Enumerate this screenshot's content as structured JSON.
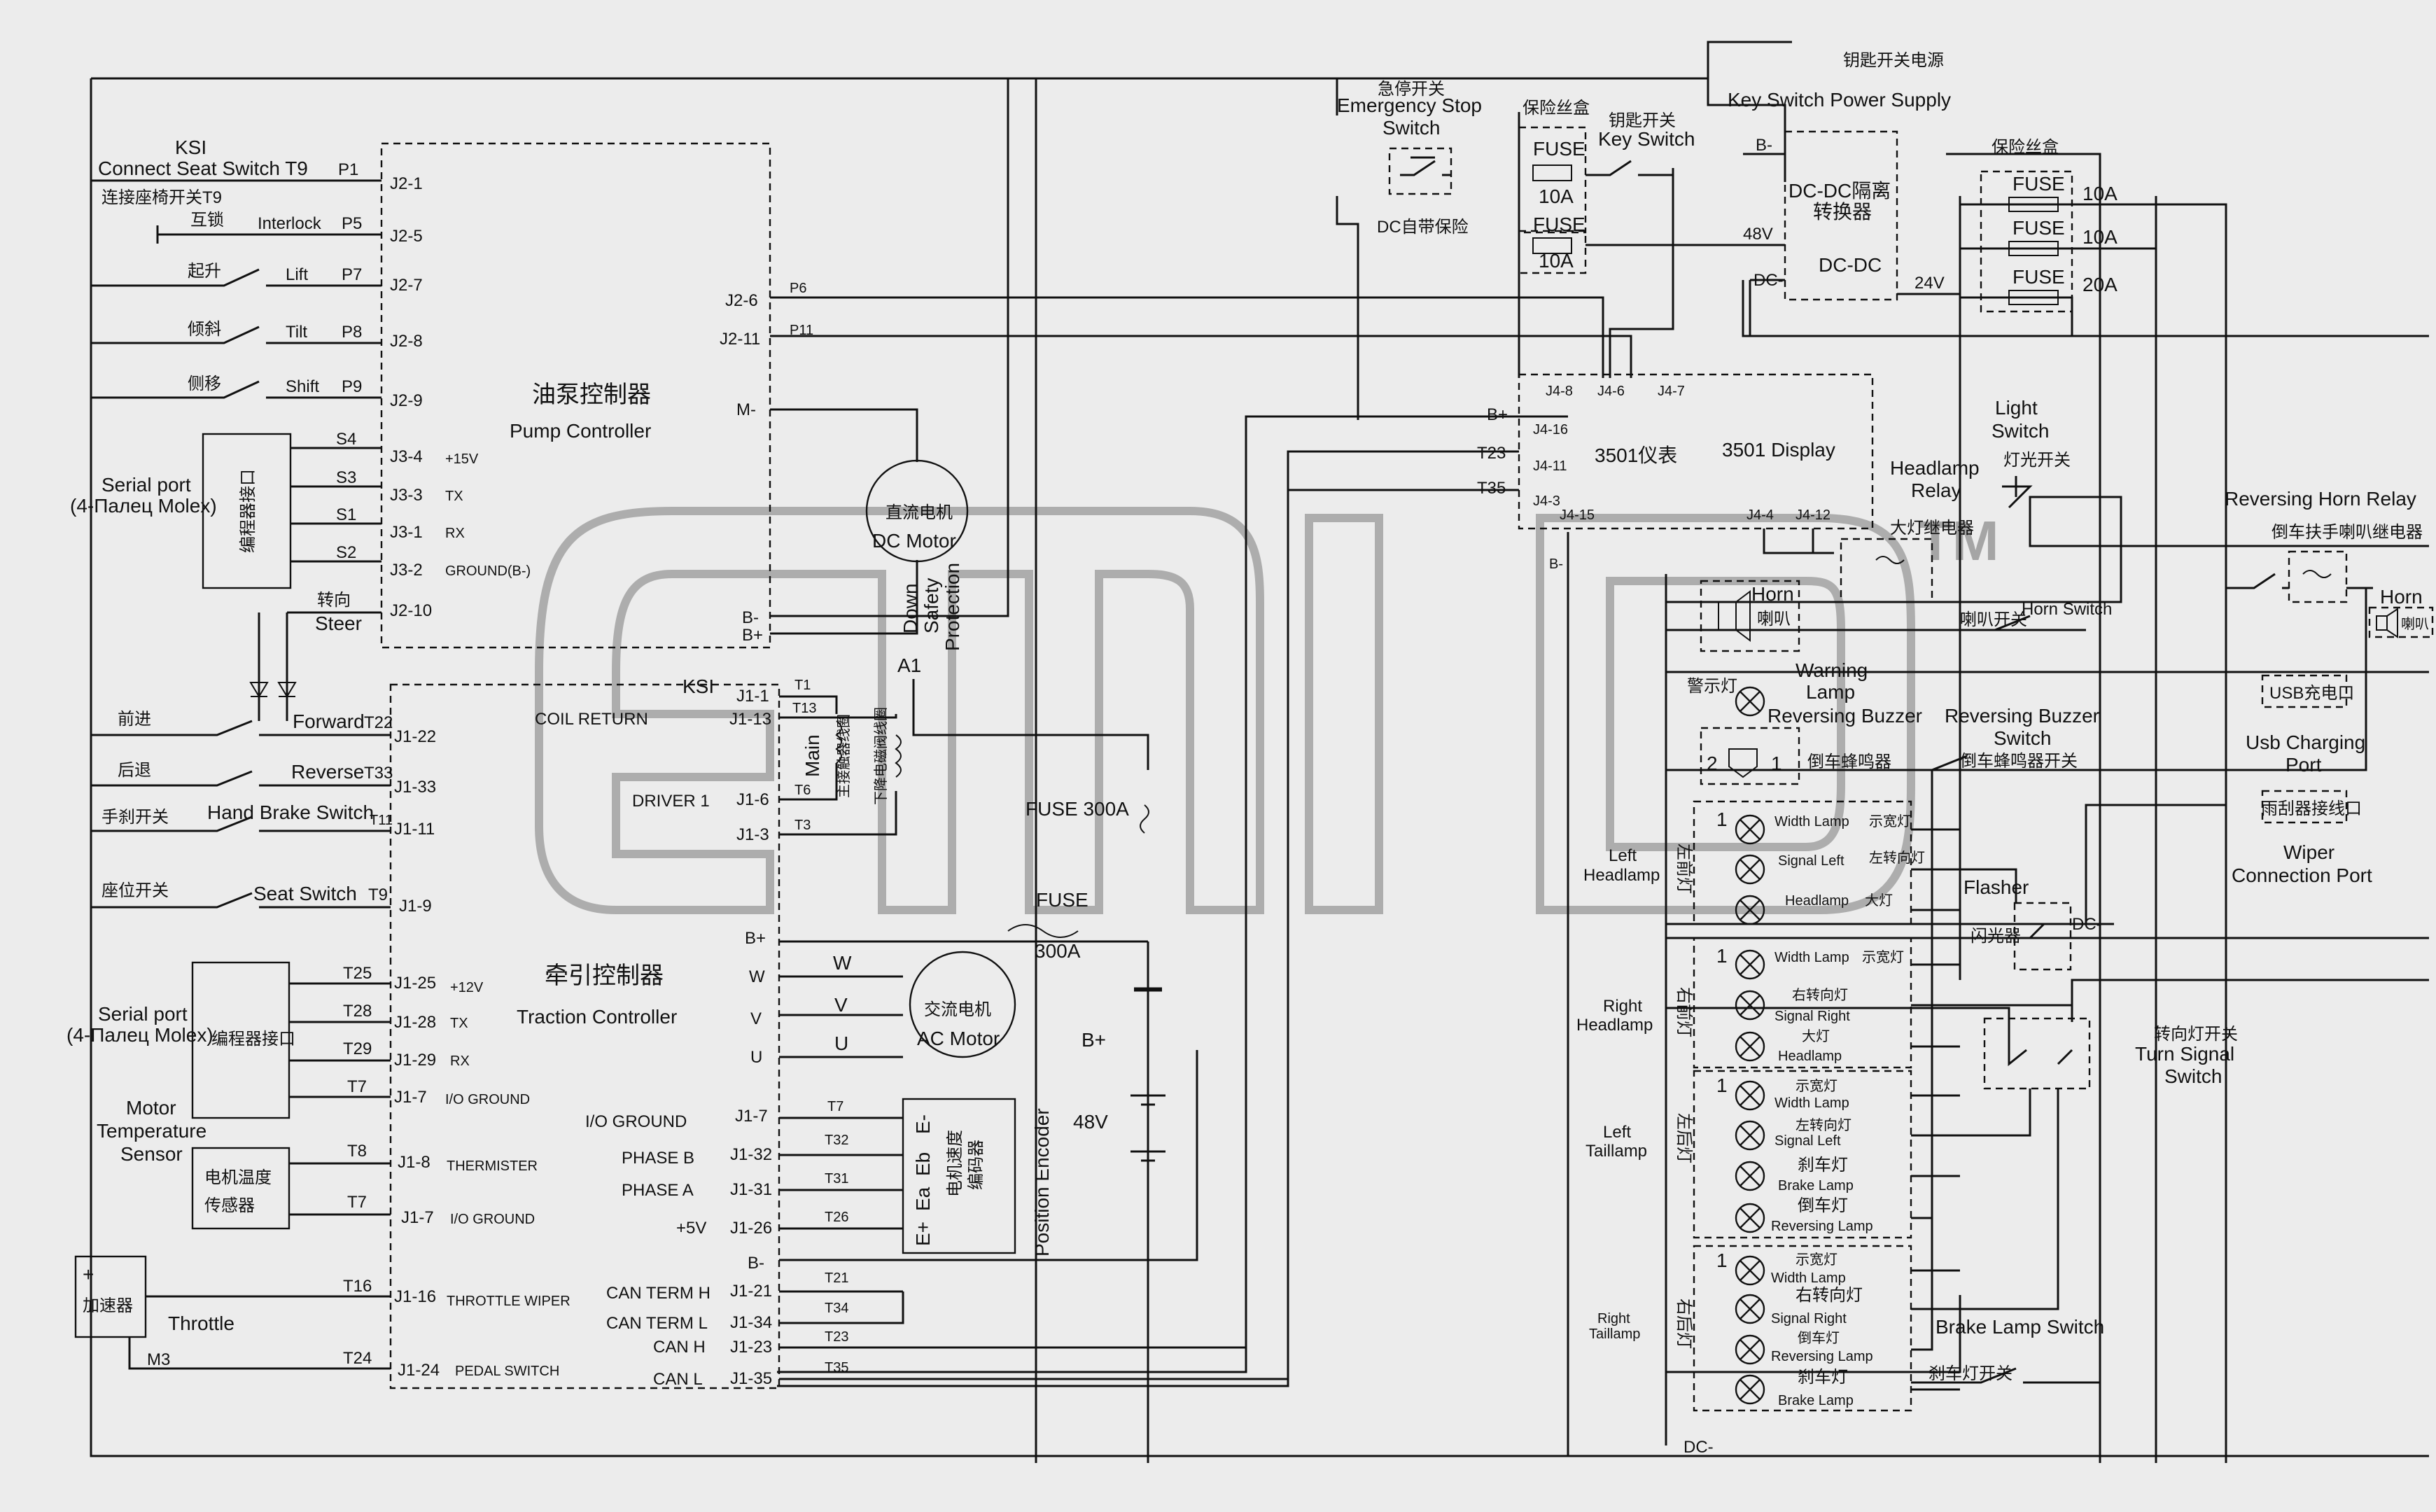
{
  "watermark": "TM",
  "pump_controller": {
    "title_cn": "油泵控制器",
    "title_en": "Pump Controller",
    "pins": [
      "J2-1",
      "J2-5",
      "J2-7",
      "J2-8",
      "J2-9",
      "J3-4",
      "J3-3",
      "J3-1",
      "J3-2",
      "J2-10",
      "J2-6",
      "J2-11",
      "M-",
      "B-",
      "B+"
    ],
    "pin_notes": {
      "j34": "+15V",
      "j33": "TX",
      "j31": "RX",
      "j32": "GROUND(B-)"
    },
    "p6": "P6",
    "p11": "P11"
  },
  "left_inputs": {
    "ksi": "KSI",
    "seat_t9": "Connect Seat Switch T9",
    "seat_cn": "连接座椅开关T9",
    "p1": "P1",
    "interlock_cn": "互锁",
    "interlock": "Interlock",
    "p5": "P5",
    "lift_cn": "起升",
    "lift": "Lift",
    "p7": "P7",
    "tilt_cn": "倾斜",
    "tilt": "Tilt",
    "p8": "P8",
    "shift_cn": "侧移",
    "shift": "Shift",
    "p9": "P9",
    "steer_cn": "转向",
    "steer": "Steer"
  },
  "serial_port_1": {
    "label_l1": "Serial port",
    "label_l2": "(4-Пaлец Molex)",
    "box_cn": "编程器接口",
    "s": [
      "S4",
      "S3",
      "S1",
      "S2"
    ]
  },
  "dc_motor": {
    "cn": "直流电机",
    "en": "DC Motor",
    "protection": [
      "Down",
      "Safety",
      "Protection"
    ],
    "a1": "A1"
  },
  "traction_controller": {
    "title_cn": "牵引控制器",
    "title_en": "Traction Controller",
    "ksi": "KSI",
    "coil_return": "COIL RETURN",
    "driver1": "DRIVER 1",
    "pins_right": [
      "J1-1",
      "J1-13",
      "J1-6",
      "J1-3"
    ],
    "t_right": [
      "T1",
      "T13",
      "T6",
      "T3"
    ],
    "main_cn": "主接触器线圈",
    "main_en": "Main",
    "down_cn": "下降电磁阀线圈",
    "bplus": "B+",
    "w": "W",
    "v": "V",
    "u": "U",
    "w2": "W",
    "v2": "V",
    "u2": "U",
    "pins_left": [
      "J1-22",
      "J1-33",
      "J1-11",
      "J1-9",
      "J1-25",
      "J1-28",
      "J1-29",
      "J1-7",
      "J1-8",
      "J1-7",
      "J1-16",
      "J1-24"
    ],
    "pin_notes": [
      "+12V",
      "TX",
      "RX",
      "I/O GROUND",
      "THERMISTER",
      "I/O GROUND",
      "THROTTLE WIPER",
      "PEDAL SWITCH"
    ],
    "io_ground": "I/O GROUND",
    "phase_b": "PHASE B",
    "phase_a": "PHASE A",
    "plus5v": "+5V",
    "can_term_h": "CAN TERM H",
    "can_term_l": "CAN TERM L",
    "can_h": "CAN H",
    "can_l": "CAN L",
    "pins_bottom": [
      "J1-7",
      "J1-32",
      "J1-31",
      "J1-26",
      "B-",
      "J1-21",
      "J1-34",
      "J1-23",
      "J1-35"
    ],
    "t_bottom": [
      "T7",
      "T32",
      "T31",
      "T26",
      "T21",
      "T34",
      "T23",
      "T35"
    ]
  },
  "left_switches": {
    "forward_cn": "前进",
    "forward": "Forward",
    "t22": "T22",
    "reverse_cn": "后退",
    "reverse": "Reverse",
    "t33": "T33",
    "handbrake_cn": "手刹开关",
    "handbrake": "Hand Brake Switch",
    "t11": "T11",
    "seat_cn": "座位开关",
    "seat": "Seat Switch",
    "t9": "T9"
  },
  "serial_port_2": {
    "label_l1": "Serial port",
    "label_l2": "(4-Пaлец Molex)",
    "box_cn": "编程器接口",
    "t": [
      "T25",
      "T28",
      "T29",
      "T7"
    ]
  },
  "motor_temp": {
    "l1": "Motor",
    "l2": "Temperature",
    "l3": "Sensor",
    "box_l1": "电机温度",
    "box_l2": "传感器",
    "t8": "T8",
    "t7": "T7"
  },
  "throttle": {
    "box_cn": "加速器",
    "plus": "+",
    "label": "Throttle",
    "t16": "T16",
    "m3": "M3",
    "t24": "T24"
  },
  "ac_motor": {
    "cn": "交流电机",
    "en": "AC Motor",
    "fuse": "FUSE",
    "fuse_val": "300A",
    "fuse2": "FUSE  300A",
    "bplus": "B+",
    "batt": "48V"
  },
  "encoder": {
    "pins": [
      "E-",
      "Eb",
      "Ea",
      "E+"
    ],
    "cn_l1": "电机速度",
    "cn_l2": "编码器",
    "en": "Position Encoder"
  },
  "top_section": {
    "estop_cn": "急停开关",
    "estop_l1": "Emergency Stop",
    "estop_l2": "Switch",
    "fusebox_cn": "保险丝盒",
    "fuse": "FUSE",
    "fuse_10a": "10A",
    "dc_fuse_cn": "DC自带保险",
    "key_cn": "钥匙开关",
    "key_en": "Key Switch",
    "key_power_cn": "钥匙开关电源",
    "key_power_en": "Key Switch Power Supply",
    "dcdc_l1": "DC-DC隔离",
    "dcdc_l2": "转换器",
    "dcdc_l3": "DC-DC",
    "bminus": "B-",
    "v48": "48V",
    "dcminus": "DC-",
    "v24": "24V",
    "fusebox2_cn": "保险丝盒",
    "fuse_ratings": [
      "10A",
      "10A",
      "20A"
    ]
  },
  "display": {
    "cn": "3501仪表",
    "en": "3501 Display",
    "pins_top": [
      "J4-8",
      "J4-6",
      "J4-7"
    ],
    "pins_left": [
      "J4-16",
      "J4-11",
      "J4-3",
      "J4-15"
    ],
    "pins_bottom": [
      "J4-4",
      "J4-12"
    ],
    "side_labels": [
      "B+",
      "T23",
      "T35"
    ],
    "bminus": "B-"
  },
  "right_section": {
    "light_switch": [
      "Light",
      "Switch"
    ],
    "light_cn": "灯光开关",
    "headlamp_relay": [
      "Headlamp",
      "Relay"
    ],
    "headlamp_relay_cn": "大灯继电器",
    "horn": "Horn",
    "horn_cn": "喇叭",
    "horn_switch": "Horn Switch",
    "horn_switch_cn": "喇叭开关",
    "warning_cn": "警示灯",
    "warning": [
      "Warning",
      "Lamp"
    ],
    "rev_buzzer": "Reversing Buzzer",
    "rev_buzzer_cn": "倒车蜂鸣器",
    "rev_buzzer_sw": [
      "Reversing Buzzer",
      "Switch"
    ],
    "rev_buzzer_sw_cn": "倒车蜂鸣器开关",
    "rev_horn_relay": "Reversing Horn Relay",
    "rev_horn_relay_cn": "倒车扶手喇叭继电器",
    "horn2": "Horn",
    "horn2_cn": "喇叭",
    "usb_cn": "USB充电口",
    "usb": [
      "Usb Charging",
      "Port"
    ],
    "wiper_cn": "雨刮器接线口",
    "wiper": [
      "Wiper",
      "Connection Port"
    ],
    "flasher": "Flasher",
    "flasher_cn": "闪光器",
    "dcminus": "DC-",
    "turn_cn": "转向灯开关",
    "turn": [
      "Turn Signal",
      "Switch"
    ],
    "brake_switch": "Brake Lamp Switch",
    "brake_switch_cn": "刹车灯开关",
    "dcminus_bottom": "DC-"
  },
  "lamp_groups": [
    {
      "label": [
        "Left",
        "Headlamp"
      ],
      "cn": "左前灯",
      "idx": "1",
      "lamps": [
        {
          "en": "Width Lamp",
          "cn": "示宽灯"
        },
        {
          "en": "Signal Left",
          "cn": "左转向灯"
        },
        {
          "en": "Headlamp",
          "cn": "大灯"
        }
      ]
    },
    {
      "label": [
        "Right",
        "Headlamp"
      ],
      "cn": "右前灯",
      "idx": "1",
      "lamps": [
        {
          "en": "Width Lamp",
          "cn": "示宽灯"
        },
        {
          "en": "Signal Right",
          "cn": "右转向灯"
        },
        {
          "en": "Headlamp",
          "cn": "大灯"
        }
      ]
    },
    {
      "label": [
        "Left",
        "Taillamp"
      ],
      "cn": "左后灯",
      "idx": "1",
      "lamps": [
        {
          "en": "Width Lamp",
          "cn": "示宽灯"
        },
        {
          "en": "Signal Left",
          "cn": "左转向灯"
        },
        {
          "en": "Brake Lamp",
          "cn": "刹车灯"
        },
        {
          "en": "Reversing Lamp",
          "cn": "倒车灯"
        }
      ]
    },
    {
      "label": [
        "Right",
        "Taillamp"
      ],
      "cn": "右后灯",
      "idx": "1",
      "lamps": [
        {
          "en": "Width Lamp",
          "cn": "示宽灯"
        },
        {
          "en": "Signal Right",
          "cn": "右转向灯"
        },
        {
          "en": "Reversing Lamp",
          "cn": "倒车灯"
        },
        {
          "en": "Brake Lamp",
          "cn": "刹车灯"
        }
      ]
    }
  ]
}
